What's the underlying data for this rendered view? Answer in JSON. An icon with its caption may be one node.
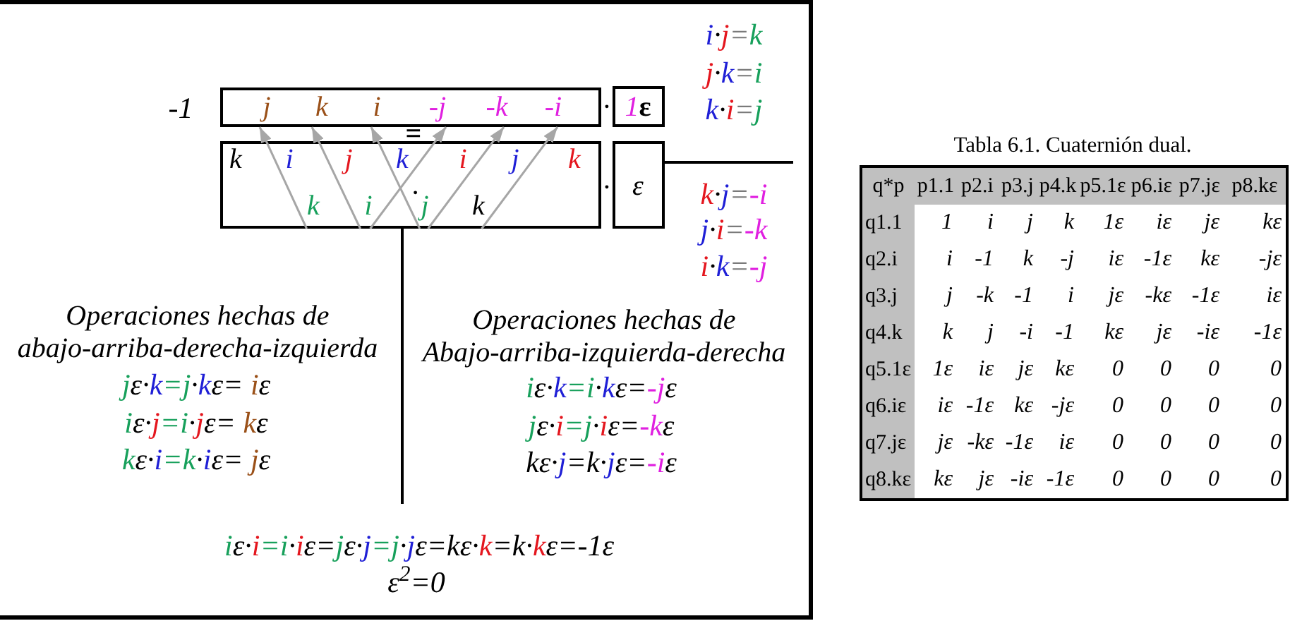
{
  "diagram": {
    "nodes": [
      {
        "text": [],
        "shape": "box"
      },
      {
        "text": [
          "j",
          "k",
          "i",
          "-j",
          "-k",
          "-i"
        ],
        "in": 0
      },
      {
        "text": [
          "k",
          "i",
          "j",
          "k",
          "i",
          "j",
          "k",
          "·",
          "k",
          "i",
          "j",
          "k"
        ],
        "in": 0
      },
      {
        "text": [
          "1ε"
        ],
        "in": 0
      },
      {
        "text": [
          "ε"
        ],
        "in": 0
      }
    ],
    "edges": [
      {
        "from": 2,
        "to": 1,
        "arrow": "to"
      },
      {
        "from": 2,
        "to": 1,
        "arrow": "to"
      },
      {
        "from": 2,
        "to": 1,
        "arrow": "to"
      },
      {
        "from": 2,
        "to": 1,
        "arrow": "to"
      },
      {
        "from": 2,
        "to": 1,
        "arrow": "to"
      },
      {
        "from": 2,
        "to": 1,
        "arrow": "to"
      },
      {
        "from": 2,
        "to": null,
        "arrow": "none",
        "color": "#000000"
      },
      {
        "from": 4,
        "to": null,
        "arrow": "none",
        "color": "#000000"
      }
    ],
    "labels": [
      "i·j=k",
      "j·k=i",
      "-1",
      "·",
      "k·i=j",
      "=",
      "·",
      "k·j=-i",
      "j·i=-k",
      "i·k=-j",
      "Operaciones hechas de abajo-arriba-derecha-izquierda",
      "jε·k=j·kε= iε",
      "iε·j=i·jε= kε",
      "kε·i=k·iε= jε",
      "Operaciones hechas de Abajo-arriba-izquierda-derecha",
      "iε·k=i·kε=-jε",
      "jε·i=j·iε=-kε",
      "kε·j=k·jε=-iε",
      "iε·i=i·iε=jε·j=j·jε=kε·k=k·kε=-1ε",
      "ε$^{2}$=0",
      "Tabla 6.1. Cuaternión dual.",
      "q*p",
      "p1.1",
      "p2.i",
      "p3.j",
      "p4.k",
      "p5.1ε",
      "p6.iε",
      "p7.jε",
      "p8.kε",
      "q1.1",
      "1",
      "i",
      "j",
      "k",
      "1ε",
      "iε",
      "jε",
      "kε",
      "q2.i",
      "i",
      "-1",
      "k",
      "-j",
      "iε",
      "-1ε",
      "kε",
      "-jε",
      "q3.j",
      "j",
      "-k",
      "-1",
      "i",
      "jε",
      "-kε",
      "-1ε",
      "iε",
      "q4.k",
      "k",
      "j",
      "-i",
      "-1",
      "kε",
      "jε",
      "-iε",
      "-1ε",
      "q5.1ε",
      "1ε",
      "iε",
      "jε",
      "kε",
      "0",
      "0",
      "0",
      "0",
      "q6.iε",
      "iε",
      "-1ε",
      "kε",
      "-jε",
      "0",
      "0",
      "0",
      "0",
      "q7.jε",
      "jε",
      "-kε",
      "-1ε",
      "iε",
      "0",
      "0",
      "0",
      "0",
      "q8.kε",
      "kε",
      "jε",
      "-iε",
      "-1ε",
      "0",
      "0",
      "0",
      "0"
    ]
  }
}
